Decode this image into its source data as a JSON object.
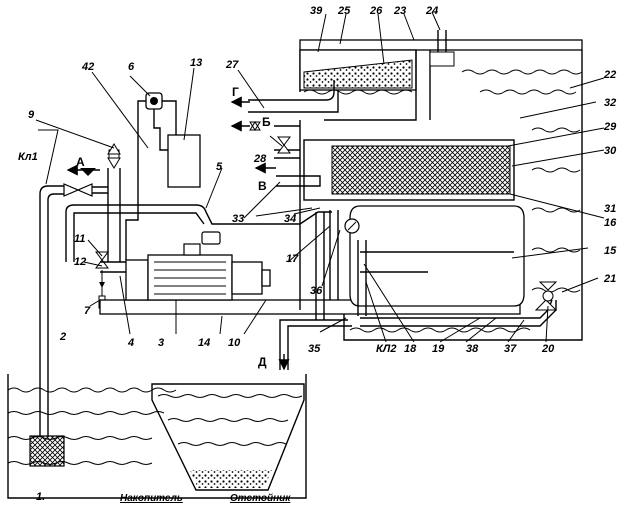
{
  "labels": {
    "n1": "1.",
    "n2": "2",
    "n3": "3",
    "n4": "4",
    "n5": "5",
    "n6": "6",
    "n7": "7",
    "n9": "9",
    "n10": "10",
    "n11": "11",
    "n12": "12",
    "n13": "13",
    "n14": "14",
    "n15": "15",
    "n16": "16",
    "n17": "17",
    "n18": "18",
    "n19": "19",
    "n20": "20",
    "n21": "21",
    "n22": "22",
    "n23": "23",
    "n24": "24",
    "n25": "25",
    "n26": "26",
    "n27": "27",
    "n28": "28",
    "n29": "29",
    "n30": "30",
    "n31": "31",
    "n32": "32",
    "n33": "33",
    "n34": "34",
    "n35": "35",
    "n36": "36",
    "n37": "37",
    "n38": "38",
    "n39": "39",
    "n42": "42",
    "kl1": "Кл1",
    "kl2": "КЛ2"
  },
  "flows": {
    "a": "А",
    "b": "Б",
    "v": "В",
    "g": "Г",
    "d": "Д"
  },
  "captions": {
    "storage": "Накопитель",
    "settler": "Отстойник"
  }
}
